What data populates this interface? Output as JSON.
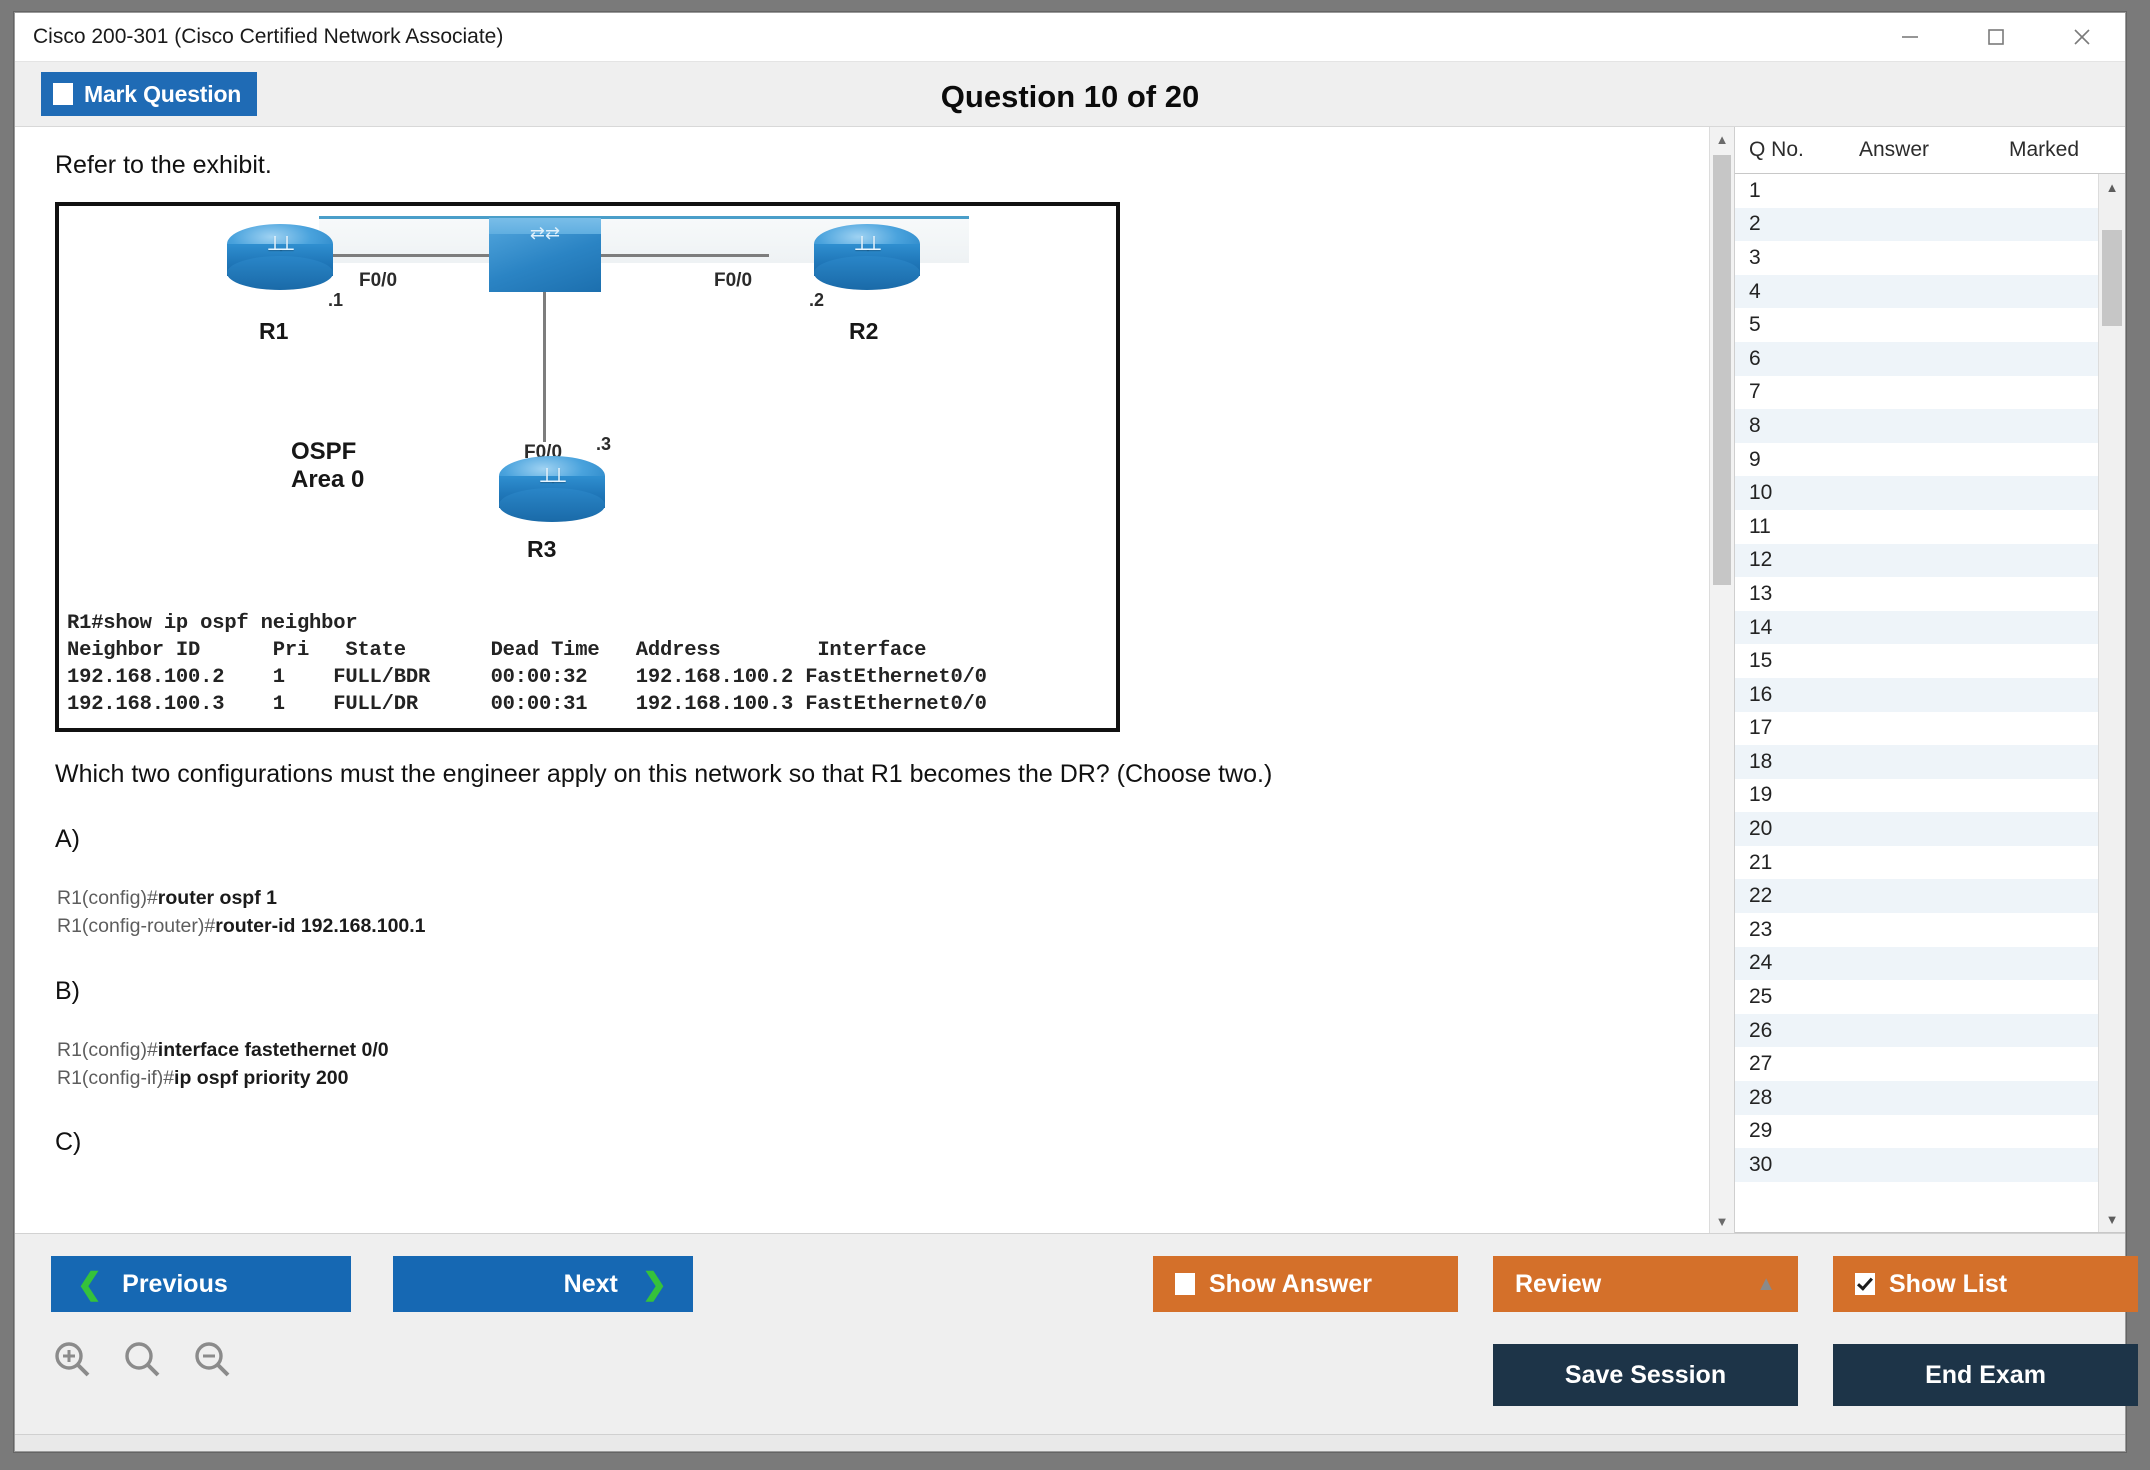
{
  "window": {
    "title": "Cisco 200-301 (Cisco Certified Network Associate)",
    "minimize_label": "minimize",
    "maximize_label": "maximize",
    "close_label": "close"
  },
  "header": {
    "mark_question_label": "Mark Question",
    "mark_question_checked": false,
    "question_title": "Question 10 of 20"
  },
  "content": {
    "refer_text": "Refer to the exhibit.",
    "question_text": "Which two configurations must the engineer apply on this network so that R1 becomes the DR? (Choose two.)",
    "exhibit": {
      "nodes": [
        {
          "name": "R1",
          "interface": "F0/0",
          "octet": ".1"
        },
        {
          "name": "R2",
          "interface": "F0/0",
          "octet": ".2"
        },
        {
          "name": "R3",
          "interface": "F0/0",
          "octet": ".3"
        }
      ],
      "area_label_line1": "OSPF",
      "area_label_line2": "Area 0",
      "cli": "R1#show ip ospf neighbor\nNeighbor ID      Pri   State       Dead Time   Address        Interface\n192.168.100.2    1    FULL/BDR     00:00:32    192.168.100.2 FastEthernet0/0\n192.168.100.3    1    FULL/DR      00:00:31    192.168.100.3 FastEthernet0/0"
    },
    "options": [
      {
        "letter": "A)",
        "lines": [
          {
            "prompt": "R1(config)#",
            "cmd": "router ospf 1"
          },
          {
            "prompt": "R1(config-router)#",
            "cmd": "router-id 192.168.100.1"
          }
        ]
      },
      {
        "letter": "B)",
        "lines": [
          {
            "prompt": "R1(config)#",
            "cmd": "interface fastethernet 0/0"
          },
          {
            "prompt": "R1(config-if)#",
            "cmd": "ip ospf priority 200"
          }
        ]
      },
      {
        "letter": "C)",
        "lines": []
      }
    ]
  },
  "sidebar": {
    "columns": [
      "Q No.",
      "Answer",
      "Marked"
    ],
    "rows": [
      {
        "q": "1",
        "answer": "",
        "marked": ""
      },
      {
        "q": "2",
        "answer": "",
        "marked": ""
      },
      {
        "q": "3",
        "answer": "",
        "marked": ""
      },
      {
        "q": "4",
        "answer": "",
        "marked": ""
      },
      {
        "q": "5",
        "answer": "",
        "marked": ""
      },
      {
        "q": "6",
        "answer": "",
        "marked": ""
      },
      {
        "q": "7",
        "answer": "",
        "marked": ""
      },
      {
        "q": "8",
        "answer": "",
        "marked": ""
      },
      {
        "q": "9",
        "answer": "",
        "marked": ""
      },
      {
        "q": "10",
        "answer": "",
        "marked": ""
      },
      {
        "q": "11",
        "answer": "",
        "marked": ""
      },
      {
        "q": "12",
        "answer": "",
        "marked": ""
      },
      {
        "q": "13",
        "answer": "",
        "marked": ""
      },
      {
        "q": "14",
        "answer": "",
        "marked": ""
      },
      {
        "q": "15",
        "answer": "",
        "marked": ""
      },
      {
        "q": "16",
        "answer": "",
        "marked": ""
      },
      {
        "q": "17",
        "answer": "",
        "marked": ""
      },
      {
        "q": "18",
        "answer": "",
        "marked": ""
      },
      {
        "q": "19",
        "answer": "",
        "marked": ""
      },
      {
        "q": "20",
        "answer": "",
        "marked": ""
      },
      {
        "q": "21",
        "answer": "",
        "marked": ""
      },
      {
        "q": "22",
        "answer": "",
        "marked": ""
      },
      {
        "q": "23",
        "answer": "",
        "marked": ""
      },
      {
        "q": "24",
        "answer": "",
        "marked": ""
      },
      {
        "q": "25",
        "answer": "",
        "marked": ""
      },
      {
        "q": "26",
        "answer": "",
        "marked": ""
      },
      {
        "q": "27",
        "answer": "",
        "marked": ""
      },
      {
        "q": "28",
        "answer": "",
        "marked": ""
      },
      {
        "q": "29",
        "answer": "",
        "marked": ""
      },
      {
        "q": "30",
        "answer": "",
        "marked": ""
      }
    ]
  },
  "footer": {
    "previous_label": "Previous",
    "next_label": "Next",
    "show_answer_label": "Show Answer",
    "show_answer_checked": false,
    "review_label": "Review",
    "show_list_label": "Show List",
    "show_list_checked": true,
    "save_session_label": "Save Session",
    "end_exam_label": "End Exam",
    "zoom_in_label": "Zoom In",
    "zoom_reset_label": "Zoom",
    "zoom_out_label": "Zoom Out"
  },
  "colors": {
    "blue": "#1668b3",
    "orange": "#d4702a",
    "dark": "#1d3448",
    "green_chevron": "#35c23b",
    "header_band": "#efefef"
  }
}
